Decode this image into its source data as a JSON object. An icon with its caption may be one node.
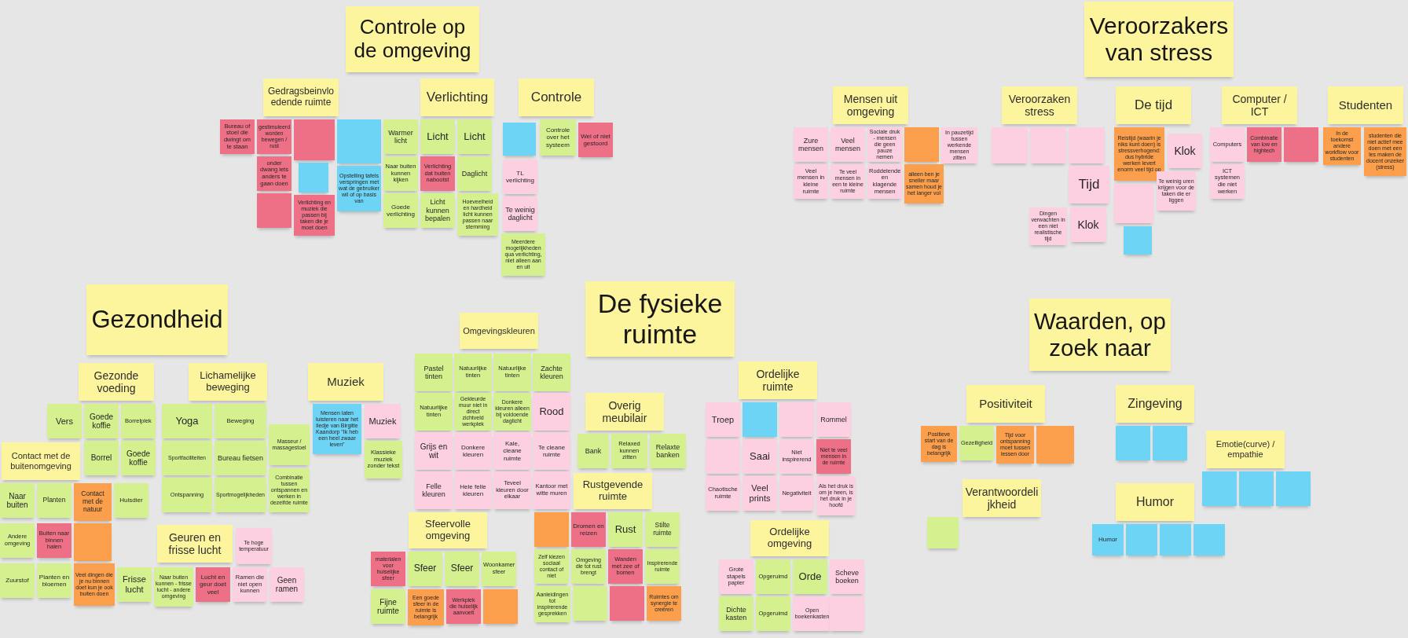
{
  "diagram": {
    "nodes": [
      {
        "text": [
          "Controle op de omgeving"
        ]
      },
      {
        "text": [
          "Gedragsbeinvloedende ruimte"
        ]
      },
      {
        "text": [
          "Bureau of stoel die dwingt om te staan"
        ]
      },
      {
        "text": [
          "gestimuleerd worden bewegen / rust"
        ]
      },
      {
        "text": [],
        "shape": "box"
      },
      {
        "text": [],
        "shape": "box"
      },
      {
        "text": [
          "onder dwang iets anders te gaan doen"
        ]
      },
      {
        "text": [],
        "shape": "box"
      },
      {
        "text": [
          "Opstelling tafels verspringen met wat de gebruiker wil of op basis van"
        ]
      },
      {
        "text": [],
        "shape": "box"
      },
      {
        "text": [
          "Verlichting en muziek die passen bij taken die je moet doen"
        ]
      },
      {
        "text": [
          "Warmer licht"
        ]
      },
      {
        "text": [
          "Verlichting"
        ]
      },
      {
        "text": [
          "Licht"
        ]
      },
      {
        "text": [
          "Licht"
        ]
      },
      {
        "text": [
          "Naar buiten kunnen kijken"
        ]
      },
      {
        "text": [
          "Verlichting dat buiten nabootst"
        ]
      },
      {
        "text": [
          "Daglicht"
        ]
      },
      {
        "text": [
          "Goede verlichting"
        ]
      },
      {
        "text": [
          "Licht kunnen bepalen"
        ]
      },
      {
        "text": [
          "Hoeveelheid en hardheid licht kunnen passen naar stemming"
        ]
      },
      {
        "text": [
          "Controle"
        ]
      },
      {
        "text": [],
        "shape": "box"
      },
      {
        "text": [
          "Controle over het systeem"
        ]
      },
      {
        "text": [
          "Wel of niet gestoord"
        ]
      },
      {
        "text": [
          "TL verlichting"
        ]
      },
      {
        "text": [
          "Te weinig daglicht"
        ]
      },
      {
        "text": [
          "Meerdere mogelijkheden qua verlichting, niet alleen aan en uit"
        ]
      },
      {
        "text": [
          "Veroorzakers van stress"
        ]
      },
      {
        "text": [
          "Mensen uit omgeving"
        ]
      },
      {
        "text": [
          "Zure mensen"
        ]
      },
      {
        "text": [
          "Veel mensen"
        ]
      },
      {
        "text": [
          "Sociale druk - mensen die geen pauze nemen"
        ]
      },
      {
        "text": [],
        "shape": "box"
      },
      {
        "text": [
          "In pauzetijd tussen werkende mensen zitten"
        ]
      },
      {
        "text": [
          "Veel mensen in kleine ruimte"
        ]
      },
      {
        "text": [
          "Te veel mensen in een te kleine ruimte"
        ]
      },
      {
        "text": [
          "Roddelende en klagende mensen"
        ]
      },
      {
        "text": [
          "alleen ben je sneller maar samen houd je het langer vol"
        ]
      },
      {
        "text": [
          "Veroorzaken stress"
        ]
      },
      {
        "text": [],
        "shape": "box"
      },
      {
        "text": [],
        "shape": "box"
      },
      {
        "text": [],
        "shape": "box"
      },
      {
        "text": [
          "Tijd"
        ]
      },
      {
        "text": [
          "Dingen verwachten in een niet realistische tijd"
        ]
      },
      {
        "text": [
          "Klok"
        ]
      },
      {
        "text": [
          "De tijd"
        ]
      },
      {
        "text": [
          "Reistijd (waarin je niks kunt doen) is stressverhogend: dus hybride werken levert enorm veel tijd op"
        ]
      },
      {
        "text": [
          "Klok"
        ]
      },
      {
        "text": [],
        "shape": "box"
      },
      {
        "text": [
          "Te weinig uren krijgen voor de taken die er liggen"
        ]
      },
      {
        "text": [],
        "shape": "box"
      },
      {
        "text": [
          "Computer / ICT"
        ]
      },
      {
        "text": [
          "Computers"
        ]
      },
      {
        "text": [
          "Combinatie van low en hightech"
        ]
      },
      {
        "text": [],
        "shape": "box"
      },
      {
        "text": [
          "ICT systemen die niet werken"
        ]
      },
      {
        "text": [
          "Studenten"
        ]
      },
      {
        "text": [
          "In de toekomst andere workflow voor studenten"
        ]
      },
      {
        "text": [
          "studenten die niet actief mee doen met een les maken de docent onzeker (stress)"
        ]
      },
      {
        "text": [
          "Gezondheid"
        ]
      },
      {
        "text": [
          "Gezonde voeding"
        ]
      },
      {
        "text": [
          "Vers"
        ]
      },
      {
        "text": [
          "Goede koffie"
        ]
      },
      {
        "text": [
          "Borrelplek"
        ]
      },
      {
        "text": [
          "Borrel"
        ]
      },
      {
        "text": [
          "Goede koffie"
        ]
      },
      {
        "text": [
          "Contact met de buitenomgeving"
        ]
      },
      {
        "text": [
          "Naar buiten"
        ]
      },
      {
        "text": [
          "Planten"
        ]
      },
      {
        "text": [
          "Contact met de natuur"
        ]
      },
      {
        "text": [
          "Huisdier"
        ]
      },
      {
        "text": [
          "Andere omgeving"
        ]
      },
      {
        "text": [
          "Buiten naar binnen halen"
        ]
      },
      {
        "text": [],
        "shape": "box"
      },
      {
        "text": [
          "Zuurstof"
        ]
      },
      {
        "text": [
          "Planten en bloemen"
        ]
      },
      {
        "text": [
          "Veel dingen die je nu binnen doet kun je ook buiten doen"
        ]
      },
      {
        "text": [
          "Frisse lucht"
        ]
      },
      {
        "text": [
          "Naar buiten kunnen - frisse lucht - andere omgeving"
        ]
      },
      {
        "text": [
          "Geuren en frisse lucht"
        ]
      },
      {
        "text": [
          "Te hoge temperatuur"
        ]
      },
      {
        "text": [
          "Lucht en geur doet veel"
        ]
      },
      {
        "text": [
          "Ramen die niet open kunnen"
        ]
      },
      {
        "text": [
          "Geen ramen"
        ]
      },
      {
        "text": [
          "Lichamelijke beweging"
        ]
      },
      {
        "text": [
          "Yoga"
        ]
      },
      {
        "text": [
          "Beweging"
        ]
      },
      {
        "text": [
          "Sportfaciliteiten"
        ]
      },
      {
        "text": [
          "Bureau fietsen"
        ]
      },
      {
        "text": [
          "Masseur / massagestoel"
        ]
      },
      {
        "text": [
          "Ontspanning"
        ]
      },
      {
        "text": [
          "Sportmogelijkheden"
        ]
      },
      {
        "text": [
          "Combinatie tussen ontspannen en werken in dezelfde ruimte"
        ]
      },
      {
        "text": [
          "Muziek"
        ]
      },
      {
        "text": [
          "Mensen laten luisteren naar het liedje van Birgitte Kaandorp \"Ik heb een heel zwaar leven\""
        ]
      },
      {
        "text": [
          "Muziek"
        ]
      },
      {
        "text": [
          "Klassieke muziek zonder tekst"
        ]
      },
      {
        "text": [
          "De fysieke ruimte"
        ]
      },
      {
        "text": [
          "Omgevingskleuren"
        ]
      },
      {
        "text": [
          "Pastel tinten"
        ]
      },
      {
        "text": [
          "Natuurlijke tinten"
        ]
      },
      {
        "text": [
          "Natuurlijke tinten"
        ]
      },
      {
        "text": [
          "Zachte kleuren"
        ]
      },
      {
        "text": [
          "Natuurlijke tinten"
        ]
      },
      {
        "text": [
          "Gekleurde muur niet in direct zichtveld werkplek"
        ]
      },
      {
        "text": [
          "Donkere kleuren alleen bij voldoende daglicht"
        ]
      },
      {
        "text": [
          "Rood"
        ]
      },
      {
        "text": [
          "Grijs en wit"
        ]
      },
      {
        "text": [
          "Donkere kleuren"
        ]
      },
      {
        "text": [
          "Kale, cleane ruimte"
        ]
      },
      {
        "text": [
          "Te cleane ruimte"
        ]
      },
      {
        "text": [
          "Felle kleuren"
        ]
      },
      {
        "text": [
          "Hele felle kleuren"
        ]
      },
      {
        "text": [
          "Teveel kleuren door elkaar"
        ]
      },
      {
        "text": [
          "Kantoor met witte muren"
        ]
      },
      {
        "text": [
          "Overig meubilair"
        ]
      },
      {
        "text": [
          "Bank"
        ]
      },
      {
        "text": [
          "Relaxed kunnen zitten"
        ]
      },
      {
        "text": [
          "Relaxte banken"
        ]
      },
      {
        "text": [
          "Ordelijke ruimte"
        ]
      },
      {
        "text": [
          "Troep"
        ]
      },
      {
        "text": [],
        "shape": "box"
      },
      {
        "text": [],
        "shape": "box"
      },
      {
        "text": [
          "Rommel"
        ]
      },
      {
        "text": [],
        "shape": "box"
      },
      {
        "text": [
          "Saai"
        ]
      },
      {
        "text": [
          "Niet inspirerend"
        ]
      },
      {
        "text": [
          "Niet te veel mensen in de ruimte"
        ]
      },
      {
        "text": [
          "Chaotische ruimte"
        ]
      },
      {
        "text": [
          "Veel prints"
        ]
      },
      {
        "text": [
          "Negativiteit"
        ]
      },
      {
        "text": [
          "Als het druk is om je heen, is het druk in je hoofd"
        ]
      },
      {
        "text": [
          "Sfeervolle omgeving"
        ]
      },
      {
        "text": [
          "materialen voor huiselijke sfeer"
        ]
      },
      {
        "text": [
          "Woonkamer sfeer"
        ]
      },
      {
        "text": [
          "Sfeer"
        ]
      },
      {
        "text": [
          "Sfeer"
        ]
      },
      {
        "text": [],
        "shape": "box"
      },
      {
        "text": [
          "Fijne ruimte"
        ]
      },
      {
        "text": [
          "Een goede sfeer in de ruimte is belangrijk"
        ]
      },
      {
        "text": [
          "Werkplek die huiselijk aanvoelt"
        ]
      },
      {
        "text": [
          "Rustgevende ruimte"
        ]
      },
      {
        "text": [],
        "shape": "box"
      },
      {
        "text": [
          "Dromen en reizen"
        ]
      },
      {
        "text": [
          "Rust"
        ]
      },
      {
        "text": [
          "Stilte ruimte"
        ]
      },
      {
        "text": [
          "Zelf kiezen sociaal contact of niet"
        ]
      },
      {
        "text": [
          "Omgeving die tot rust brengt"
        ]
      },
      {
        "text": [
          "Wanden met zee of bomen"
        ]
      },
      {
        "text": [
          "Inspirerende ruimte"
        ]
      },
      {
        "text": [
          "Aanleidingen tot inspirerende gesprekken"
        ]
      },
      {
        "text": [],
        "shape": "box"
      },
      {
        "text": [],
        "shape": "box"
      },
      {
        "text": [
          "Ruimtes om synergie te creëren"
        ]
      },
      {
        "text": [
          "Ordelijke omgeving"
        ]
      },
      {
        "text": [
          "Grote stapels papier"
        ]
      },
      {
        "text": [
          "Opgeruimd"
        ]
      },
      {
        "text": [
          "Orde"
        ]
      },
      {
        "text": [
          "Scheve boeken"
        ]
      },
      {
        "text": [
          "Dichte kasten"
        ]
      },
      {
        "text": [
          "Opgeruimd"
        ]
      },
      {
        "text": [
          "Open boekenkasten"
        ]
      },
      {
        "text": [],
        "shape": "box"
      },
      {
        "text": [
          "Waarden, op zoek naar"
        ]
      },
      {
        "text": [
          "Positiviteit"
        ]
      },
      {
        "text": [
          "Positieve start van de dag is belangrijk"
        ]
      },
      {
        "text": [
          "Gezelligheid"
        ]
      },
      {
        "text": [
          "Tijd voor ontspanning moet tussen lessen door"
        ]
      },
      {
        "text": [],
        "shape": "box"
      },
      {
        "text": [
          "Verantwoordelijkheid"
        ]
      },
      {
        "text": [],
        "shape": "box"
      },
      {
        "text": [
          "Zingeving"
        ]
      },
      {
        "text": [],
        "shape": "box"
      },
      {
        "text": [],
        "shape": "box"
      },
      {
        "text": [
          "Emotie(curve) / empathie"
        ]
      },
      {
        "text": [],
        "shape": "box"
      },
      {
        "text": [],
        "shape": "box"
      },
      {
        "text": [],
        "shape": "box"
      },
      {
        "text": [
          "Humor"
        ]
      },
      {
        "text": [
          "Humor"
        ]
      },
      {
        "text": [],
        "shape": "box"
      },
      {
        "text": [],
        "shape": "box"
      },
      {
        "text": [],
        "shape": "box"
      }
    ]
  }
}
